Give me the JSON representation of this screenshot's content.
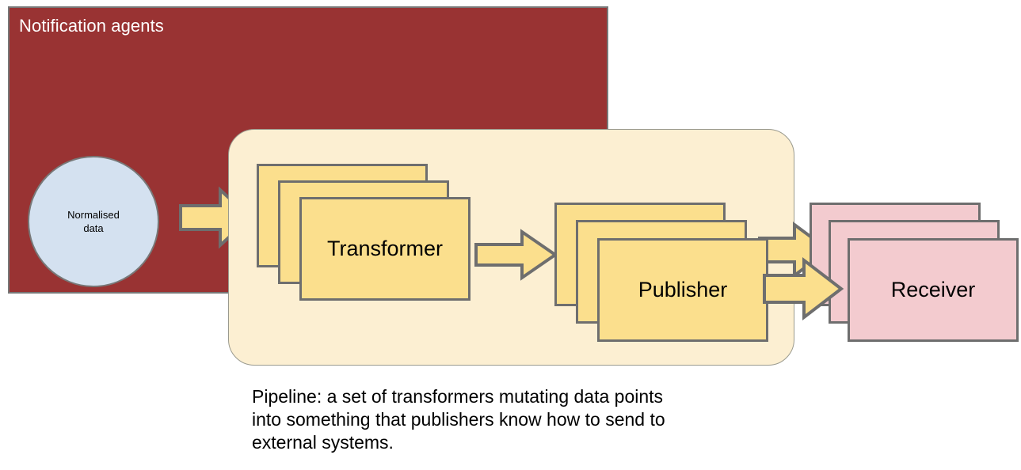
{
  "diagram": {
    "title": "Notification agents",
    "caption": "Pipeline: a set of transformers mutating data points\ninto something that publishers know how to send to\nexternal systems.",
    "colors": {
      "agents_group_fill": "#993333",
      "agents_group_stroke": "#787878",
      "pipeline_fill": "#fcefd2",
      "pipeline_stroke": "#9a9a8e",
      "circle_fill": "#d4e1f0",
      "card_yellow_fill": "#fbdf8d",
      "card_pink_fill": "#f3cbcf",
      "card_stroke": "#6e6e6e",
      "arrow_fill": "#fbdf8d",
      "arrow_stroke": "#6e6e6e",
      "title_text": "#ffffff",
      "body_text": "#000000"
    },
    "nodes": {
      "normalised_data": {
        "label": "Normalised\ndata",
        "shape": "circle"
      },
      "transformer": {
        "label": "Transformer",
        "shape": "stacked-card",
        "count": 3
      },
      "publisher": {
        "label": "Publisher",
        "shape": "stacked-card",
        "count": 3
      },
      "receiver": {
        "label": "Receiver",
        "shape": "stacked-card",
        "count": 3
      }
    },
    "arrows": [
      {
        "name": "data-to-transformer",
        "from": "normalised_data",
        "to": "transformer"
      },
      {
        "name": "transformer-to-publisher",
        "from": "transformer",
        "to": "publisher"
      },
      {
        "name": "publisher-to-receiver-back",
        "from": "publisher",
        "to": "receiver"
      },
      {
        "name": "publisher-to-receiver-front",
        "from": "publisher",
        "to": "receiver"
      }
    ]
  }
}
